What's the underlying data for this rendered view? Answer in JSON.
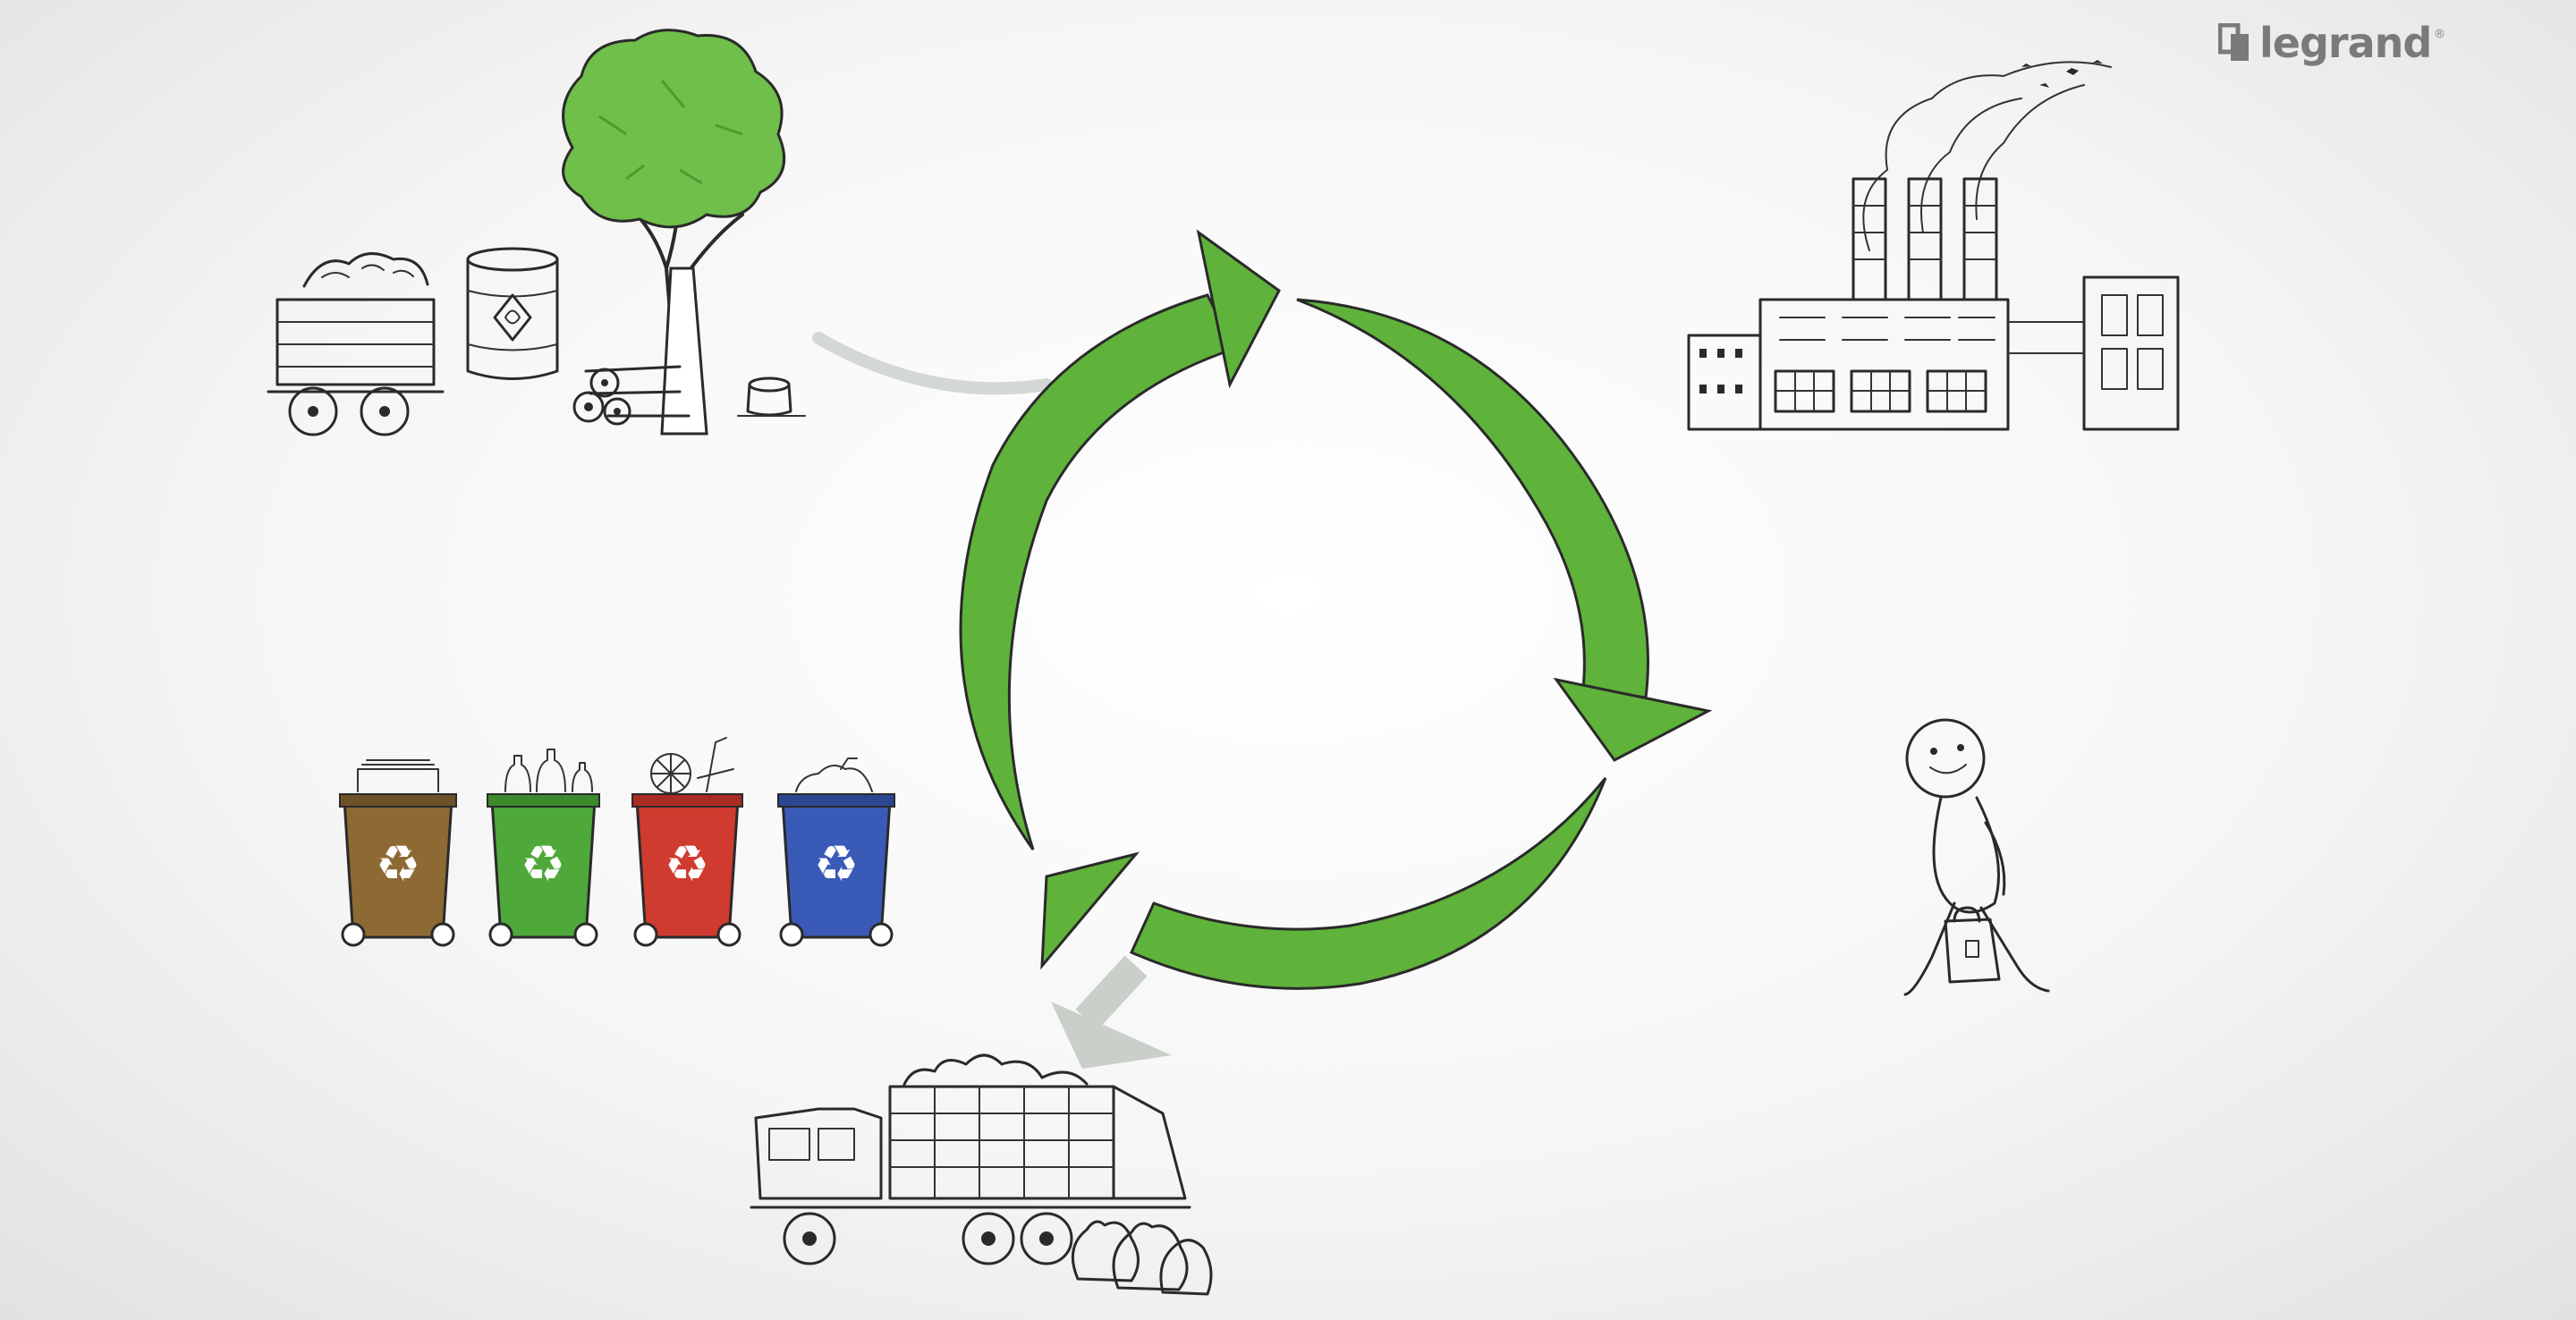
{
  "brand": {
    "name": "legrand",
    "mark": "legrand-logo-mark-icon"
  },
  "colors": {
    "arrow_green": "#5fb33a",
    "arrow_dark_green": "#3f8f24",
    "bin_brown": "#8d6a34",
    "bin_green": "#4fa83a",
    "bin_red": "#cf3b2e",
    "bin_blue": "#3a5ab8",
    "ghost_arrow": "#c8cfc8",
    "ink": "#2a2a2a"
  },
  "cycle": {
    "arrows": [
      "extraction-to-production-arrow",
      "production-to-consumption-arrow",
      "consumption-to-recycling-arrow"
    ]
  },
  "scenes": {
    "raw_materials": [
      "mine-cart-icon",
      "oil-barrel-icon",
      "tree-icon",
      "cut-logs-icon",
      "tree-stump-icon"
    ],
    "production": [
      "factory-icon"
    ],
    "consumption": [
      "walking-person-icon",
      "shopping-bag-icon"
    ],
    "recycling": [
      "brown-recycling-bin-icon",
      "green-recycling-bin-icon",
      "red-recycling-bin-icon",
      "blue-recycling-bin-icon"
    ],
    "waste": [
      "garbage-truck-icon",
      "trash-bags-icon"
    ]
  }
}
